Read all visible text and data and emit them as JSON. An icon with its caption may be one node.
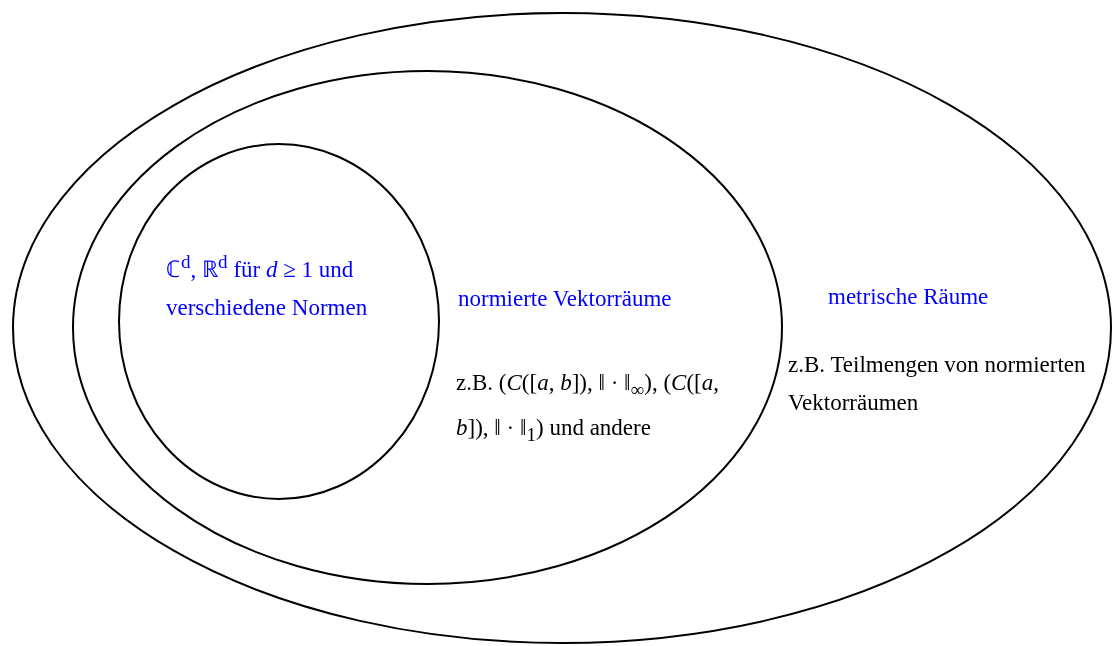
{
  "diagram": {
    "nodes": [
      {
        "text": [
          "metrische Räume",
          "z.B. Teilmengen von normierten Vektorräumen"
        ]
      },
      {
        "text": [
          "normierte Vektorräume",
          "z.B. (*C*([*a*, *b*]), ‖ · ‖$_{∞}$), (*C*([*a*, *b*]), ‖ · ‖$_{1}$) und andere"
        ],
        "in": 0
      },
      {
        "text": [
          "ℂ$^{d}$, ℝ$^{d}$ für *d* ≥ 1 und verschiedene Normen"
        ],
        "in": 1
      }
    ]
  }
}
